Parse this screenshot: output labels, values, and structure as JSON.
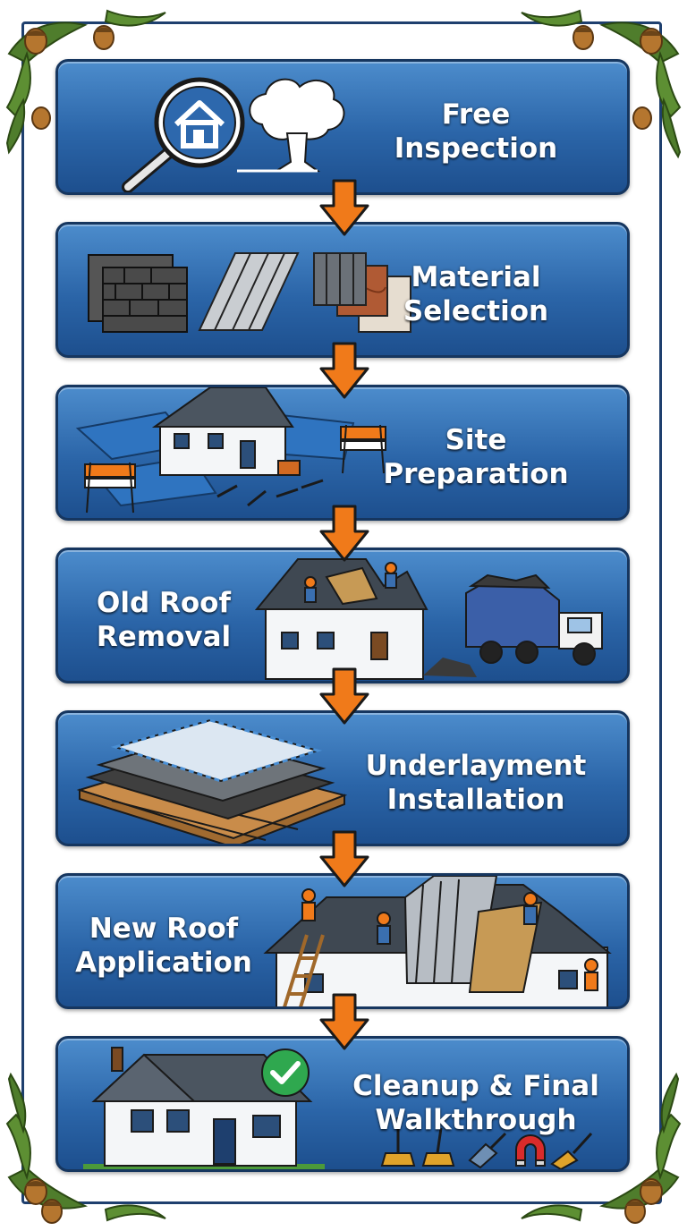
{
  "steps": [
    {
      "label_line1": "Free",
      "label_line2": "Inspection"
    },
    {
      "label_line1": "Material",
      "label_line2": "Selection"
    },
    {
      "label_line1": "Site",
      "label_line2": "Preparation"
    },
    {
      "label_line1": "Old Roof",
      "label_line2": "Removal"
    },
    {
      "label_line1": "Underlayment",
      "label_line2": "Installation"
    },
    {
      "label_line1": "New Roof",
      "label_line2": "Application"
    },
    {
      "label_line1": "Cleanup & Final",
      "label_line2": "Walkthrough"
    }
  ],
  "icons": {
    "inspection": [
      "magnifier-house-icon",
      "oak-tree-icon"
    ],
    "materials": [
      "asphalt-shingles-icon",
      "metal-panel-icon",
      "tile-samples-icon"
    ],
    "preparation": [
      "house-icon",
      "tarp-icon",
      "barricade-icon",
      "tools-icon"
    ],
    "removal": [
      "house-icon",
      "worker-icon",
      "dump-truck-icon"
    ],
    "underlayment": [
      "layered-underlayment-icon"
    ],
    "application": [
      "house-icon",
      "worker-icon",
      "ladder-icon"
    ],
    "cleanup": [
      "house-icon",
      "checkmark-icon",
      "broom-icon",
      "magnet-icon"
    ]
  },
  "colors": {
    "card_blue": "#2b65a8",
    "frame_navy": "#1e3f6e",
    "arrow_orange": "#f07a1a",
    "check_green": "#2fa84f"
  }
}
